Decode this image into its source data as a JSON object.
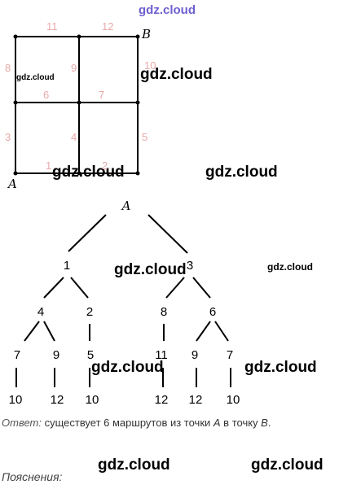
{
  "watermark": "gdz.cloud",
  "grid": {
    "point_a": "A",
    "point_b": "B",
    "edges": [
      {
        "id": "e1",
        "label": "1"
      },
      {
        "id": "e2",
        "label": "2"
      },
      {
        "id": "e3",
        "label": "3"
      },
      {
        "id": "e4",
        "label": "4"
      },
      {
        "id": "e5",
        "label": "5"
      },
      {
        "id": "e6",
        "label": "6"
      },
      {
        "id": "e7",
        "label": "7"
      },
      {
        "id": "e8",
        "label": "8"
      },
      {
        "id": "e9",
        "label": "9"
      },
      {
        "id": "e10",
        "label": "10"
      },
      {
        "id": "e11",
        "label": "11"
      },
      {
        "id": "e12",
        "label": "12"
      }
    ]
  },
  "tree": {
    "root": "A",
    "nodes": [
      {
        "id": "n1",
        "label": "1"
      },
      {
        "id": "n3",
        "label": "3"
      },
      {
        "id": "n4",
        "label": "4"
      },
      {
        "id": "n2",
        "label": "2"
      },
      {
        "id": "n8",
        "label": "8"
      },
      {
        "id": "n6",
        "label": "6"
      },
      {
        "id": "n7a",
        "label": "7"
      },
      {
        "id": "n9a",
        "label": "9"
      },
      {
        "id": "n5",
        "label": "5"
      },
      {
        "id": "n11",
        "label": "11"
      },
      {
        "id": "n9b",
        "label": "9"
      },
      {
        "id": "n7b",
        "label": "7"
      },
      {
        "id": "l1",
        "label": "10"
      },
      {
        "id": "l2",
        "label": "12"
      },
      {
        "id": "l3",
        "label": "10"
      },
      {
        "id": "l4",
        "label": "12"
      },
      {
        "id": "l5",
        "label": "12"
      },
      {
        "id": "l6",
        "label": "10"
      }
    ]
  },
  "answer": {
    "label": "Ответ:",
    "text": " существует 6 маршрутов из точки ",
    "point_a": "A",
    "mid": " в точку ",
    "point_b": "B",
    "end": "."
  },
  "explanation_label": "Пояснения:"
}
